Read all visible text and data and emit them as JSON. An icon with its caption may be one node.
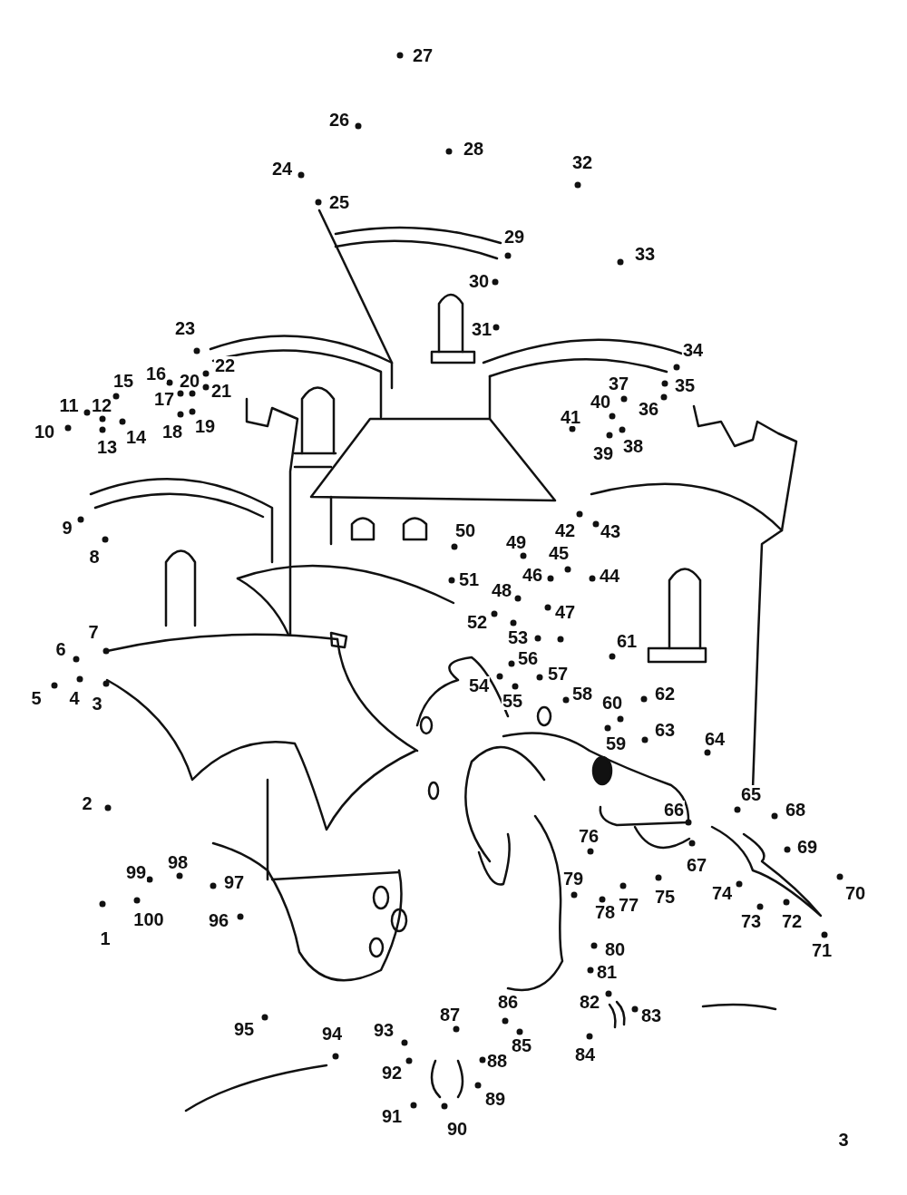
{
  "diagram": {
    "labels": [
      "1",
      "2",
      "3",
      "4",
      "5",
      "6",
      "7",
      "8",
      "9",
      "10",
      "11",
      "12",
      "13",
      "14",
      "15",
      "16",
      "17",
      "18",
      "19",
      "20",
      "21",
      "22",
      "23",
      "24",
      "25",
      "26",
      "27",
      "28",
      "29",
      "30",
      "31",
      "32",
      "33",
      "34",
      "35",
      "36",
      "37",
      "38",
      "39",
      "40",
      "41",
      "42",
      "43",
      "44",
      "45",
      "46",
      "47",
      "48",
      "49",
      "50",
      "51",
      "52",
      "53",
      "54",
      "55",
      "56",
      "57",
      "58",
      "59",
      "60",
      "61",
      "62",
      "63",
      "64",
      "65",
      "66",
      "67",
      "68",
      "69",
      "70",
      "71",
      "72",
      "73",
      "74",
      "75",
      "76",
      "77",
      "78",
      "79",
      "80",
      "81",
      "82",
      "83",
      "84",
      "85",
      "86",
      "87",
      "88",
      "89",
      "90",
      "91",
      "92",
      "93",
      "94",
      "95",
      "96",
      "97",
      "98",
      "99",
      "100",
      "3"
    ]
  }
}
